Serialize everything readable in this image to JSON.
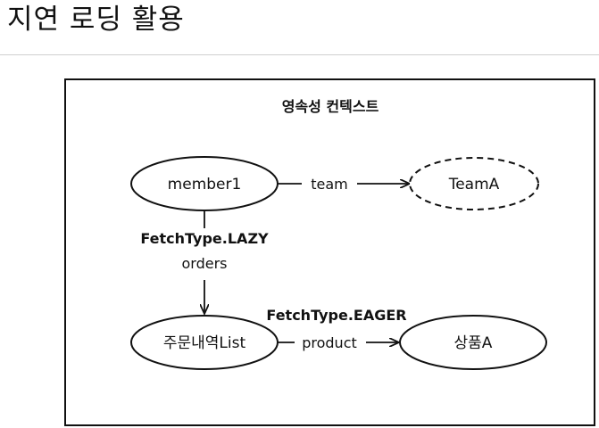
{
  "page": {
    "title": "지연 로딩 활용"
  },
  "diagram": {
    "container_label": "영속성 컨텍스트",
    "nodes": {
      "member": "member1",
      "team_entity": "TeamA",
      "order_list": "주문내역List",
      "product_entity": "상품A"
    },
    "edges": {
      "team": "team",
      "orders": "orders",
      "product": "product"
    },
    "annotations": {
      "lazy": "FetchType.LAZY",
      "eager": "FetchType.EAGER"
    },
    "styles": {
      "team_node_border": "dashed",
      "stroke_color": "#111111"
    }
  }
}
